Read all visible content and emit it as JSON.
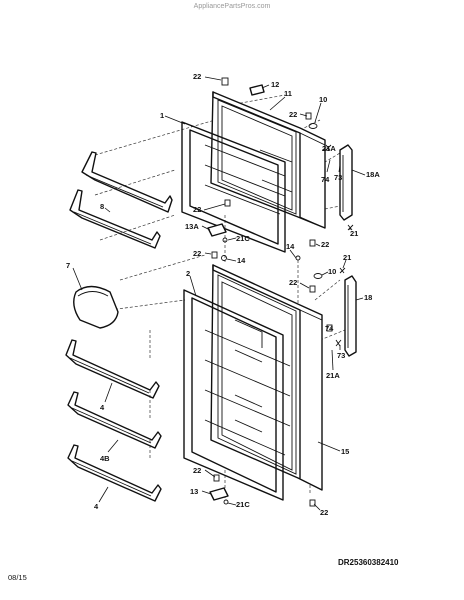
{
  "header": {
    "watermark": "AppliancePartsPros.com"
  },
  "footer": {
    "diagram_code": "DR25360382410",
    "date": "08/15"
  },
  "labels": {
    "p22_a": "22",
    "p12": "12",
    "p11": "11",
    "p10_a": "10",
    "p22_b": "22",
    "p1": "1",
    "p21a_a": "21A",
    "p74_a": "74",
    "p73_a": "73",
    "p18a": "18A",
    "p8": "8",
    "p22_c": "22",
    "p13a": "13A",
    "p21c_a": "21C",
    "p21_a": "21",
    "p14_a": "14",
    "p22_d": "22",
    "p14_b": "14",
    "p22_e": "22",
    "p21_b": "21",
    "p7": "7",
    "p10_b": "10",
    "p2": "2",
    "p22_f": "22",
    "p18": "18",
    "p74_b": "74",
    "p73_b": "73",
    "p21a_b": "21A",
    "p4_a": "4",
    "p15": "15",
    "p4b": "4B",
    "p22_g": "22",
    "p13": "13",
    "p4_b": "4",
    "p21c_b": "21C",
    "p22_h": "22"
  }
}
